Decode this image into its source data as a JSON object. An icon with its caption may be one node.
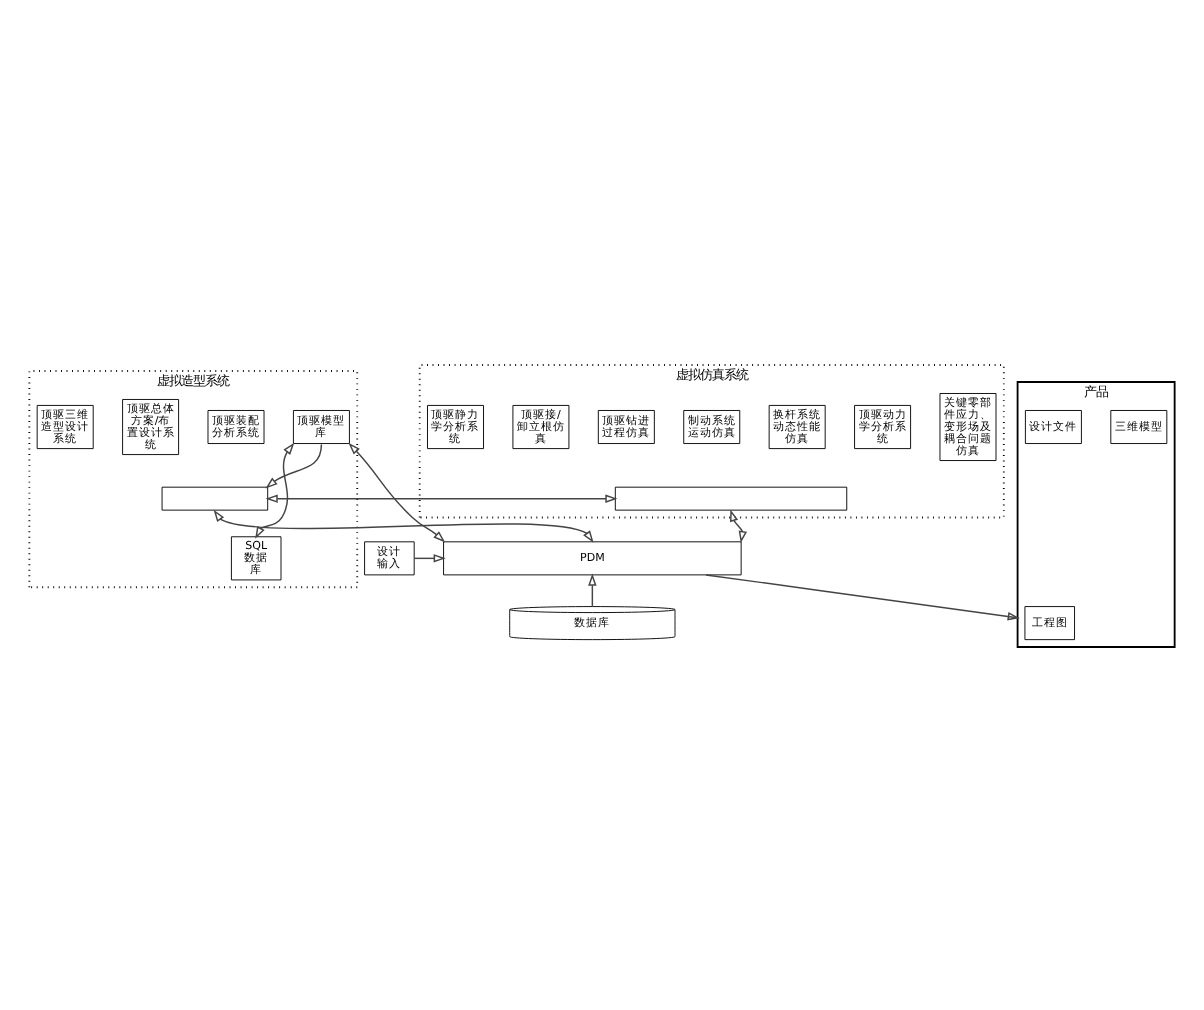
{
  "diagram": {
    "nodes": [
      {
        "text": [
          "虚拟造型系统"
        ]
      },
      {
        "text": [
          "顶驱模型库"
        ],
        "in": 0
      },
      {
        "text": [
          "顶驱总体方案/布置设计系统"
        ],
        "in": 0
      },
      {
        "text": [
          "顶驱三维造型设计系统"
        ],
        "in": 0
      },
      {
        "text": [
          "顶驱装配分析系统"
        ],
        "in": 0
      },
      {
        "text": [],
        "shape": "box",
        "in": 0
      },
      {
        "text": [
          "SQL 数据库"
        ],
        "in": 0
      },
      {
        "text": [
          "虚拟仿真系统"
        ]
      },
      {
        "text": [
          "顶驱静力学分析系统"
        ],
        "in": 7
      },
      {
        "text": [
          "顶驱动力学分析系统"
        ],
        "in": 7
      },
      {
        "text": [
          "换杆系统动态性能仿真"
        ],
        "in": 7
      },
      {
        "text": [
          "关键零部件应力、变形场及耦合问题仿真"
        ],
        "in": 7
      },
      {
        "text": [
          "顶驱钻进过程仿真"
        ],
        "in": 7
      },
      {
        "text": [
          "顶驱接/卸立根仿真"
        ],
        "in": 7
      },
      {
        "text": [
          "制动系统运动仿真"
        ],
        "in": 7
      },
      {
        "text": [],
        "shape": "box",
        "in": 7
      },
      {
        "text": [
          "设计输入"
        ]
      },
      {
        "text": [
          "PDM"
        ]
      },
      {
        "text": [
          "数据库"
        ]
      },
      {
        "text": [
          "产品"
        ]
      },
      {
        "text": [
          "三维模型"
        ],
        "in": 19
      },
      {
        "text": [
          "工程图"
        ],
        "in": 19
      },
      {
        "text": [
          "设计文件"
        ],
        "in": 19
      }
    ],
    "edges": [
      {
        "from": 1,
        "to": 6,
        "arrow": "both"
      },
      {
        "from": 1,
        "to": 5,
        "arrow": "to"
      },
      {
        "from": 1,
        "to": 17,
        "arrow": "both"
      },
      {
        "from": 5,
        "to": 15,
        "arrow": "both"
      },
      {
        "from": 5,
        "to": 17,
        "arrow": "both"
      },
      {
        "from": 15,
        "to": 17,
        "arrow": "both"
      },
      {
        "from": 16,
        "to": 17,
        "arrow": "to"
      },
      {
        "from": 18,
        "to": 17,
        "arrow": "to"
      },
      {
        "from": 17,
        "to": 19,
        "arrow": "to"
      }
    ]
  }
}
